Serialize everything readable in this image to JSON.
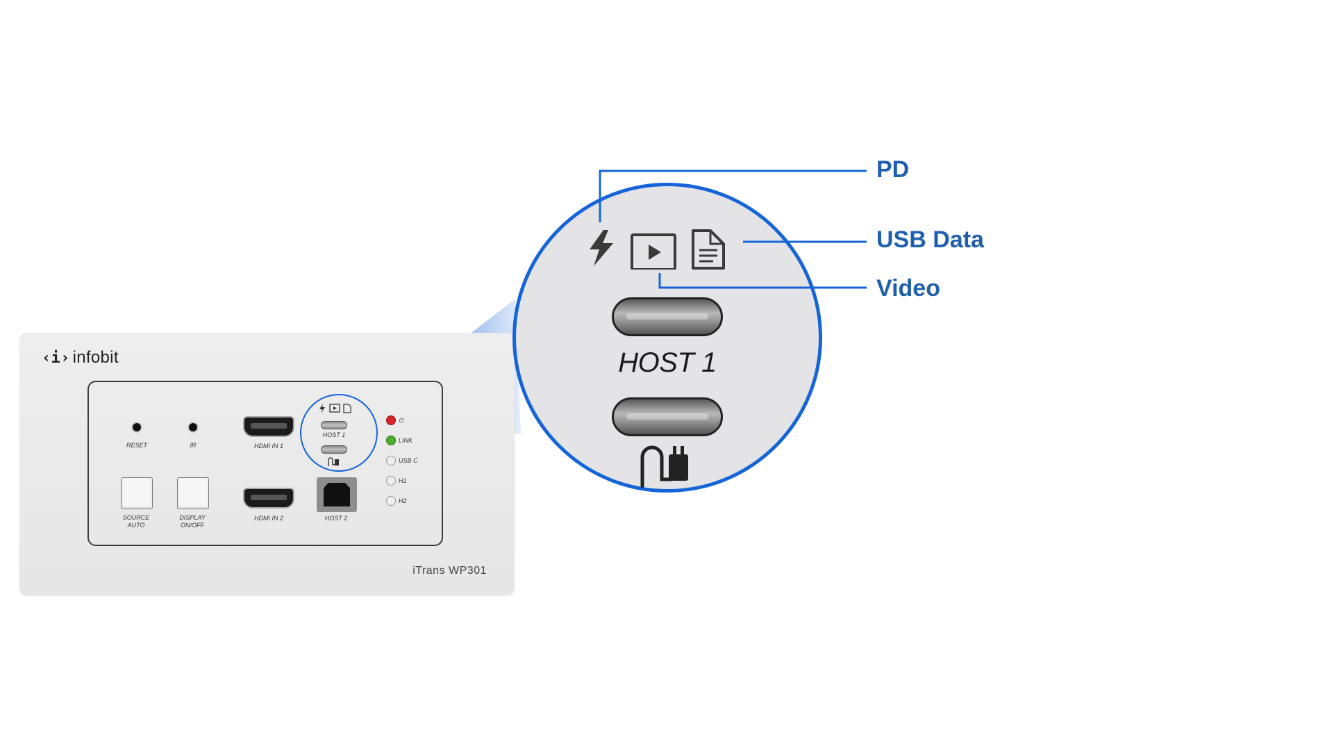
{
  "plate": {
    "brand": "infobit",
    "brand_mark": "‹i›",
    "model": "iTrans WP301",
    "labels": {
      "reset": "RESET",
      "ir": "IR",
      "hdmi_in_1": "HDMI IN 1",
      "hdmi_in_2": "HDMI IN 2",
      "host_1": "HOST 1",
      "host_2": "HOST 2",
      "source_line1": "SOURCE",
      "source_line2": "AUTO",
      "display_line1": "DISPLAY",
      "display_line2": "ON/OFF",
      "led_power": "⏻",
      "led_link": "LINK",
      "led_usbc": "USB C",
      "led_h1": "H1",
      "led_h2": "H2"
    },
    "led_colors": {
      "power": "#d8232a",
      "link": "#4caf2e",
      "off": "#eeeeee"
    }
  },
  "zoom": {
    "host_label": "HOST 1",
    "icons": [
      "bolt-icon",
      "play-icon",
      "document-icon",
      "cable-plug-icon"
    ]
  },
  "callouts": {
    "pd": "PD",
    "usb_data": "USB Data",
    "video": "Video"
  },
  "colors": {
    "accent": "#1565d8",
    "callout_text": "#1f5fad",
    "plate": "#eaeaea"
  }
}
